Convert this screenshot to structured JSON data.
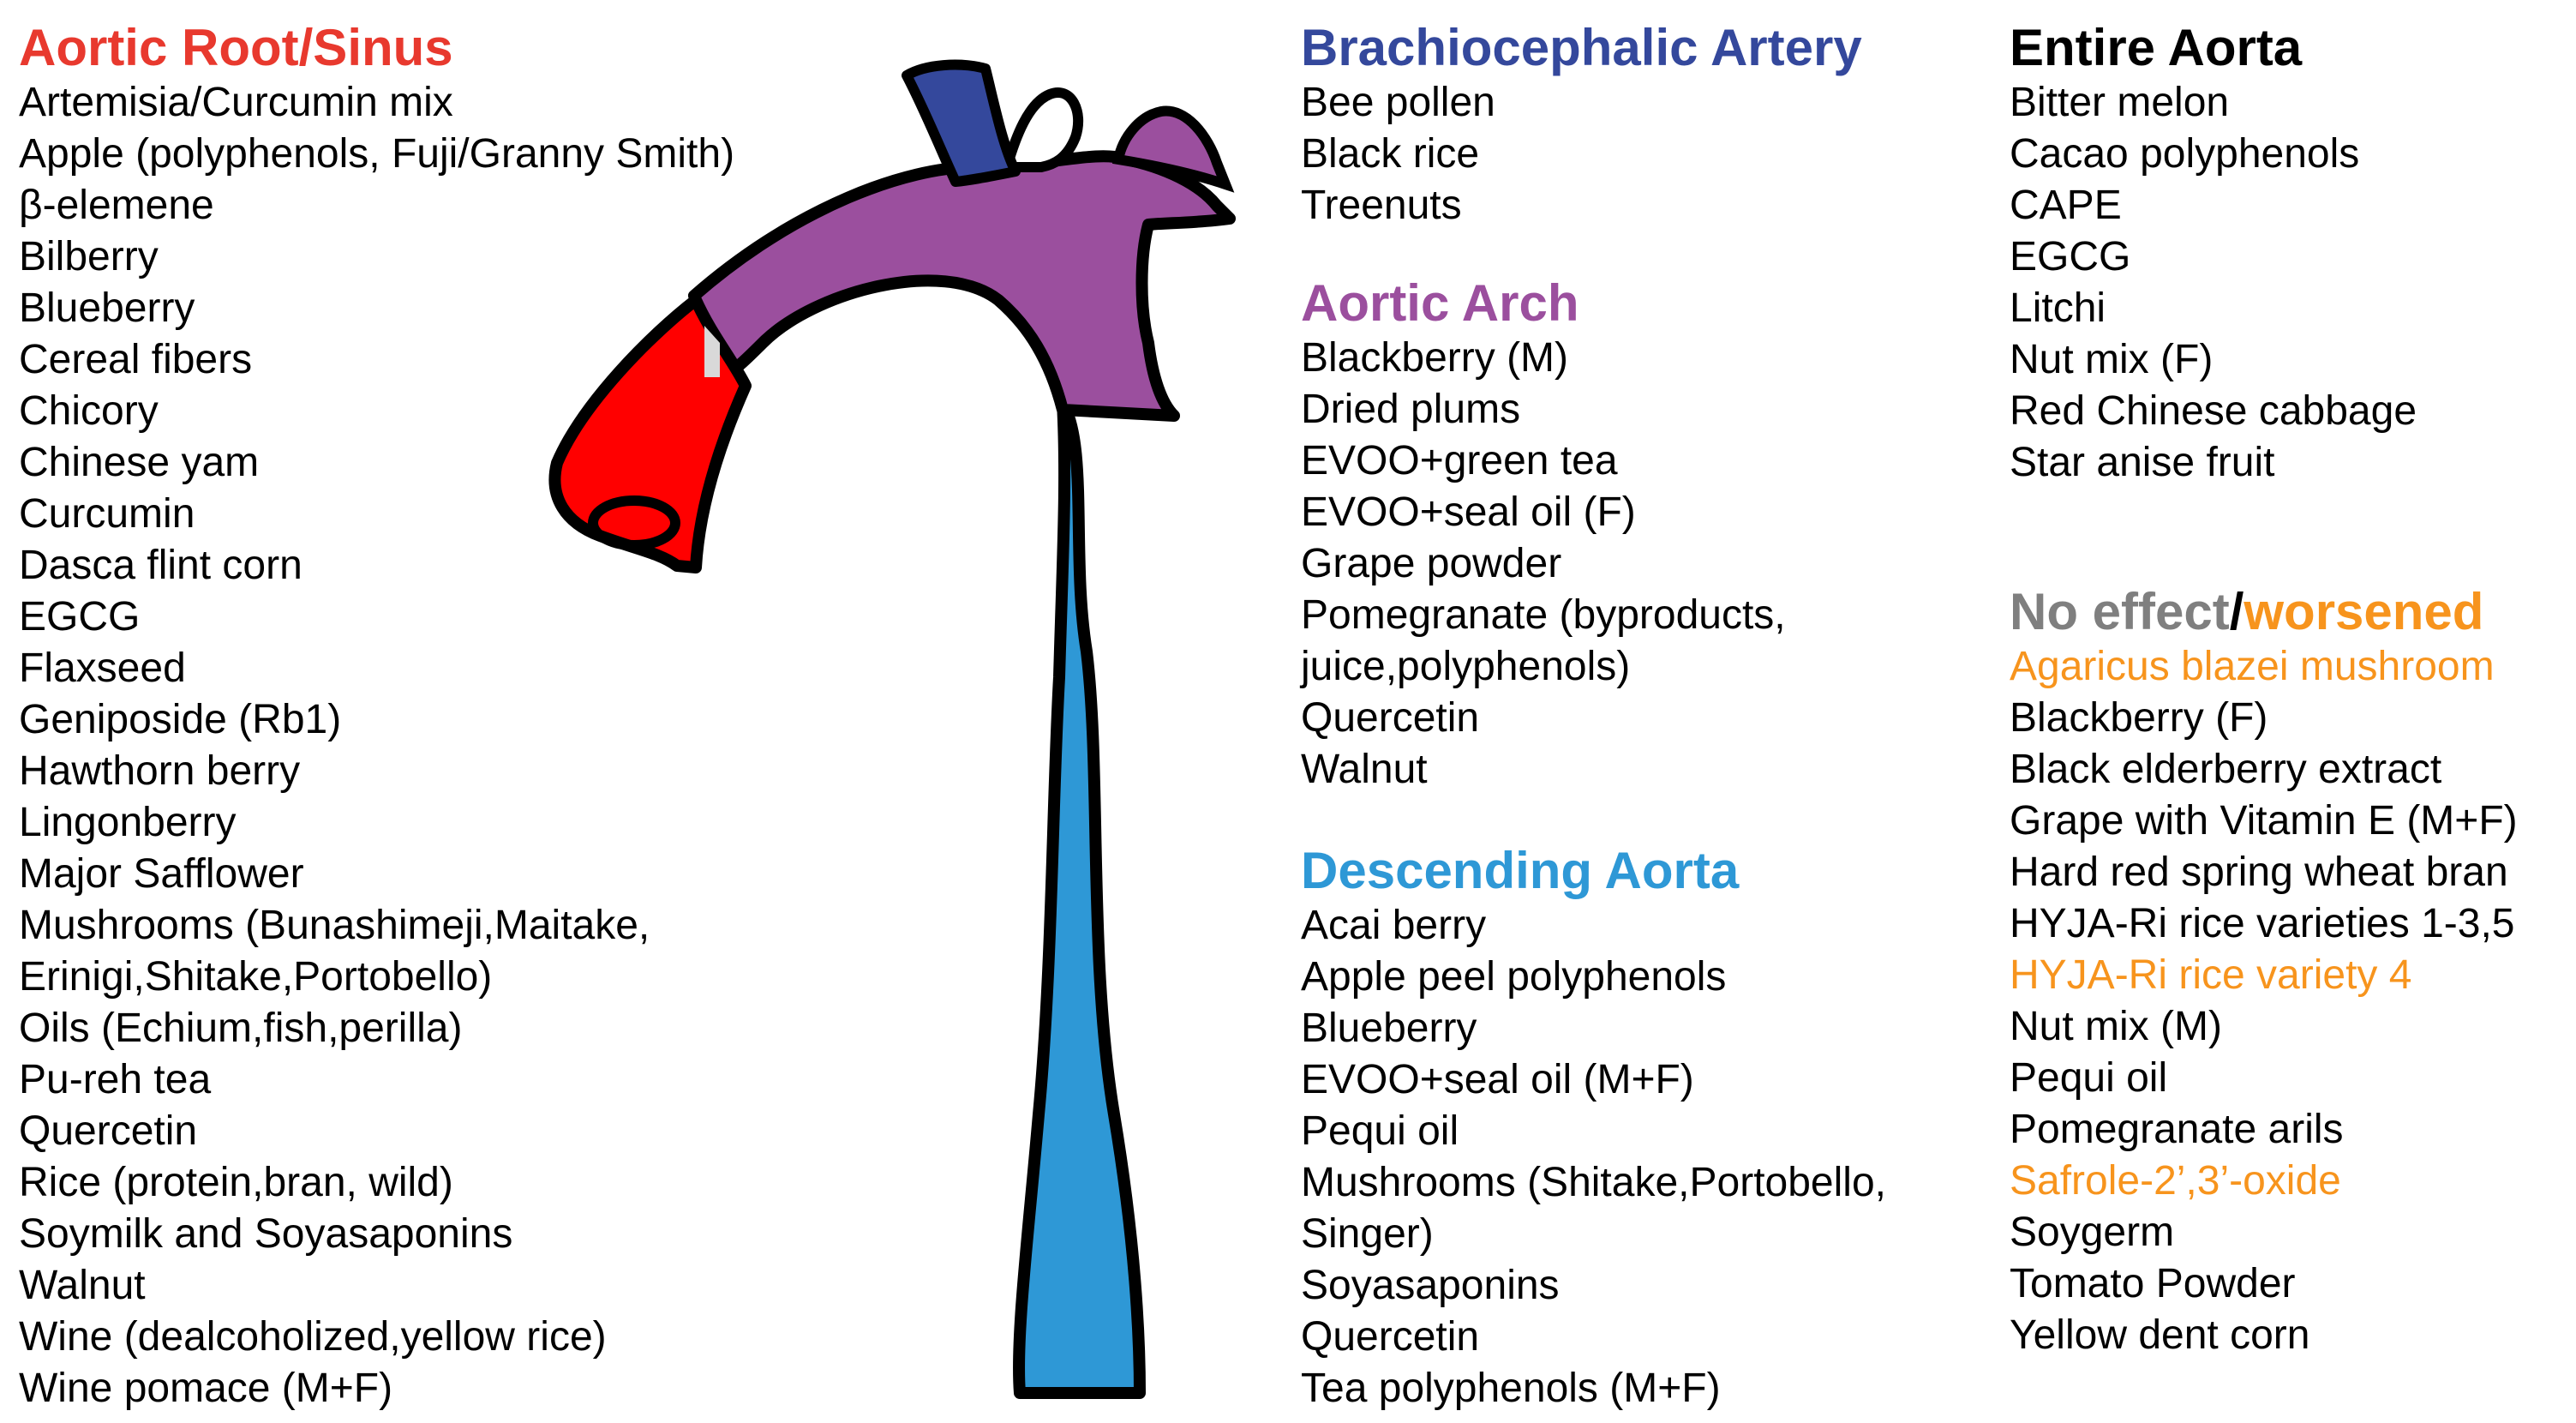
{
  "colors": {
    "root": "#e8392e",
    "brachiocephalic": "#34489c",
    "arch": "#9b4f9e",
    "descending": "#2e98d6",
    "no_effect": "#7f7f7f",
    "worsened": "#f7941d"
  },
  "root": {
    "title": "Aortic Root/Sinus",
    "items": [
      "Artemisia/Curcumin mix",
      "Apple (polyphenols, Fuji/Granny Smith)",
      "β-elemene",
      "Bilberry",
      "Blueberry",
      "Cereal fibers",
      "Chicory",
      "Chinese yam",
      "Curcumin",
      "Dasca flint corn",
      "EGCG",
      "Flaxseed",
      "Geniposide (Rb1)",
      "Hawthorn berry",
      "Lingonberry",
      "Major Safflower",
      "Mushrooms (Bunashimeji,Maitake,",
      "Erinigi,Shitake,Portobello)",
      "Oils (Echium,fish,perilla)",
      "Pu-reh tea",
      "Quercetin",
      "Rice (protein,bran, wild)",
      "Soymilk and Soyasaponins",
      "Walnut",
      "Wine (dealcoholized,yellow rice)",
      "Wine pomace (M+F)"
    ]
  },
  "brachiocephalic": {
    "title": "Brachiocephalic Artery",
    "items": [
      "Bee pollen",
      "Black rice",
      "Treenuts"
    ]
  },
  "arch": {
    "title": "Aortic Arch",
    "items": [
      "Blackberry (M)",
      "Dried plums",
      "EVOO+green tea",
      "EVOO+seal oil (F)",
      "Grape powder",
      "Pomegranate (byproducts,",
      "juice,polyphenols)",
      "Quercetin",
      "Walnut"
    ]
  },
  "descending": {
    "title": "Descending Aorta",
    "items": [
      "Acai berry",
      "Apple peel polyphenols",
      "Blueberry",
      "EVOO+seal oil (M+F)",
      "Pequi oil",
      "Mushrooms (Shitake,Portobello,",
      "Singer)",
      "Soyasaponins",
      "Quercetin",
      "Tea polyphenols (M+F)"
    ]
  },
  "entire": {
    "title": "Entire Aorta",
    "items": [
      "Bitter melon",
      "Cacao polyphenols",
      "CAPE",
      "EGCG",
      "Litchi",
      "Nut mix (F)",
      "Red Chinese cabbage",
      "Star anise fruit"
    ]
  },
  "noeffect": {
    "title_part1": "No effect",
    "title_sep": "/",
    "title_part2": "worsened",
    "items": [
      {
        "text": "Agaricus blazei mushroom",
        "status": "worsened"
      },
      {
        "text": "Blackberry (F)",
        "status": "no_effect"
      },
      {
        "text": "Black elderberry extract",
        "status": "no_effect"
      },
      {
        "text": "Grape with Vitamin E (M+F)",
        "status": "no_effect"
      },
      {
        "text": "Hard red spring wheat bran",
        "status": "no_effect"
      },
      {
        "text": "HYJA-Ri rice varieties 1-3,5",
        "status": "no_effect"
      },
      {
        "text": "HYJA-Ri rice variety 4",
        "status": "worsened"
      },
      {
        "text": "Nut mix (M)",
        "status": "no_effect"
      },
      {
        "text": "Pequi oil",
        "status": "no_effect"
      },
      {
        "text": "Pomegranate arils",
        "status": "no_effect"
      },
      {
        "text": "Safrole-2’,3’-oxide",
        "status": "worsened"
      },
      {
        "text": "Soygerm",
        "status": "no_effect"
      },
      {
        "text": "Tomato Powder",
        "status": "no_effect"
      },
      {
        "text": "Yellow dent corn",
        "status": "no_effect"
      }
    ]
  }
}
